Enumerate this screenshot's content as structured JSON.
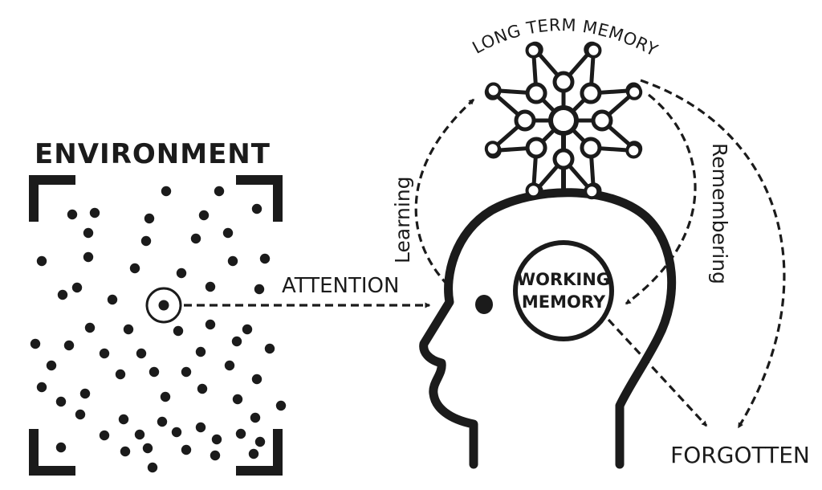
{
  "labels": {
    "environment": "ENVIRONMENT",
    "attention": "ATTENTION",
    "learning": "Learning",
    "long_term_memory": "LONG TERM MEMORY",
    "remembering": "Remembering",
    "working_memory_line1": "WORKING",
    "working_memory_line2": "MEMORY",
    "forgotten": "FORGOTTEN"
  },
  "colors": {
    "ink": "#1b1b1b",
    "background": "#ffffff"
  },
  "icons": {
    "neuron": "neuron-network-icon",
    "head": "human-head-profile-icon",
    "eye": "eye-dot-icon",
    "focus": "focus-target-icon"
  }
}
